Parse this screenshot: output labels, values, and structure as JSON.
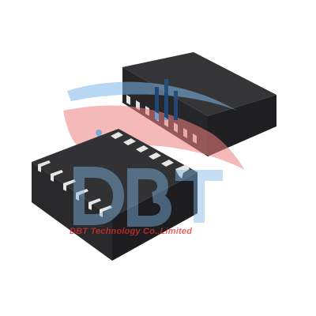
{
  "image": {
    "subject": "Two QFN / DFN surface-mount IC chip packages on white background",
    "background_color": "#ffffff",
    "package_color": "#2b2b2d",
    "pad_color": "#e6e6e6"
  },
  "watermark": {
    "logo_letters": "DBT",
    "caption": "DBT Technology Co.,Limited",
    "colors": {
      "red": "#e03030",
      "blue": "#1e63b8",
      "light_blue": "#7db7e8"
    }
  }
}
